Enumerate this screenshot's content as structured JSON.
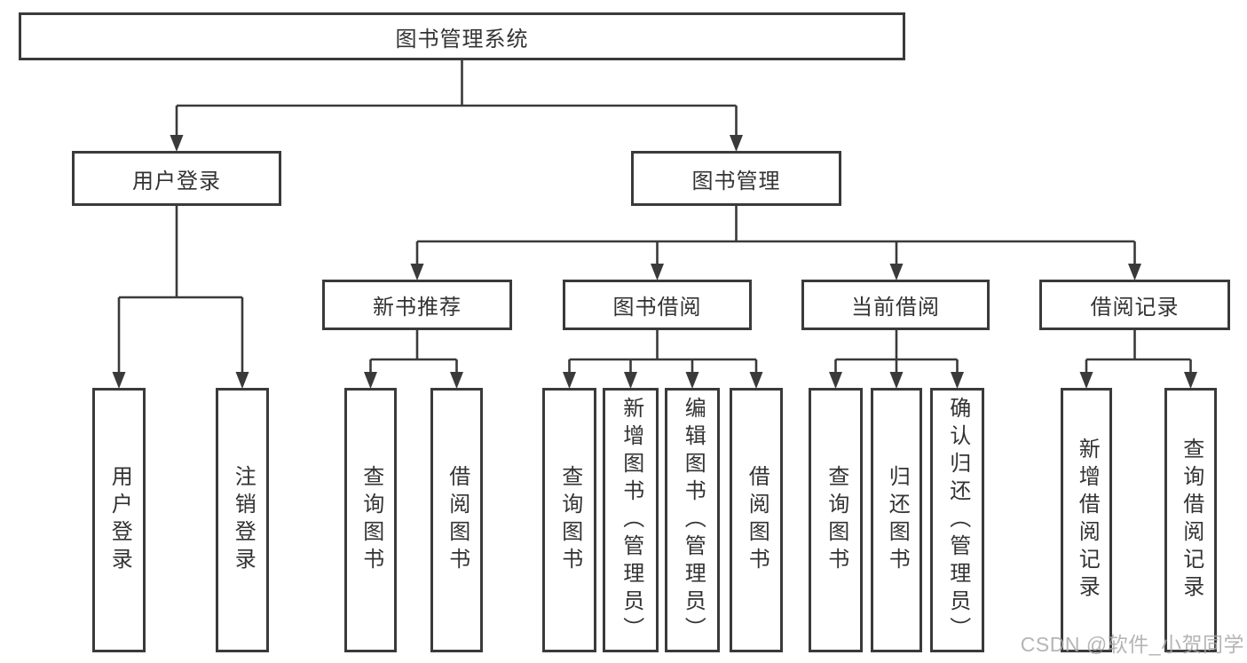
{
  "diagram_title": "图书管理系统",
  "tree": {
    "label": "图书管理系统",
    "children": [
      {
        "label": "用户登录",
        "children": [
          {
            "label": "用户登录"
          },
          {
            "label": "注销登录"
          }
        ]
      },
      {
        "label": "图书管理",
        "children": [
          {
            "label": "新书推荐",
            "children": [
              {
                "label": "查询图书"
              },
              {
                "label": "借阅图书"
              }
            ]
          },
          {
            "label": "图书借阅",
            "children": [
              {
                "label": "查询图书"
              },
              {
                "label": "新增图书（管理员）"
              },
              {
                "label": "编辑图书（管理员）"
              },
              {
                "label": "借阅图书"
              }
            ]
          },
          {
            "label": "当前借阅",
            "children": [
              {
                "label": "查询图书"
              },
              {
                "label": "归还图书"
              },
              {
                "label": "确认归还（管理员）"
              }
            ]
          },
          {
            "label": "借阅记录",
            "children": [
              {
                "label": "新增借阅记录"
              },
              {
                "label": "查询借阅记录"
              }
            ]
          }
        ]
      }
    ]
  },
  "watermark": {
    "text": "CSDN @软件_小贺同学"
  },
  "colors": {
    "line": "#3a3a3a",
    "text": "#333333",
    "watermark": "#a9a9a9",
    "background": "#ffffff"
  }
}
